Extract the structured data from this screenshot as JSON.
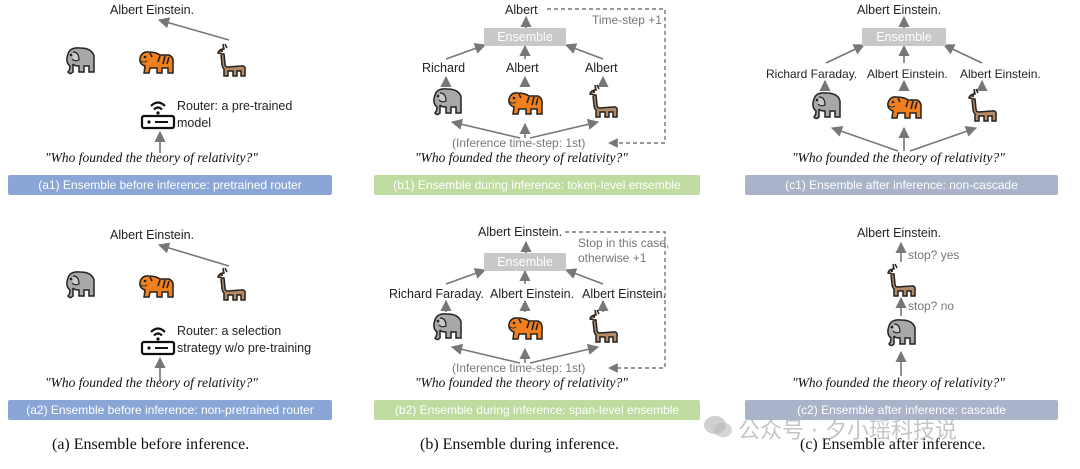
{
  "colors": {
    "panel_a": "#8aa6d6",
    "panel_b": "#bfdba0",
    "panel_c": "#a9b3c9",
    "arrow": "#777777",
    "ensemble_box": "#c8c8c8"
  },
  "icons": [
    "elephant-icon",
    "tiger-icon",
    "llama-icon",
    "router-icon"
  ],
  "question": "\"Who founded the theory of relativity?\"",
  "a1": {
    "output": "Albert Einstein.",
    "router_line1": "Router: a pre-trained",
    "router_line2": "model",
    "bar": "(a1) Ensemble before inference: pretrained router"
  },
  "a2": {
    "output": "Albert Einstein.",
    "router_line1": "Router: a selection",
    "router_line2": "strategy w/o pre-training",
    "bar": "(a2) Ensemble before inference: non-pretrained router"
  },
  "b1": {
    "output": "Albert",
    "ensemble": "Ensemble",
    "loop_note": "Time-step +1",
    "model_outputs": [
      "Richard",
      "Albert",
      "Albert"
    ],
    "inference_step": "(Inference time-step: 1st)",
    "bar": "(b1) Ensemble during inference: token-level ensemble"
  },
  "b2": {
    "output": "Albert Einstein.",
    "ensemble": "Ensemble",
    "loop_note_line1": "Stop in this case,",
    "loop_note_line2": "otherwise +1",
    "model_outputs": [
      "Richard Faraday.",
      "Albert Einstein.",
      "Albert Einstein."
    ],
    "inference_step": "(Inference time-step: 1st)",
    "bar": "(b2) Ensemble during inference: span-level ensemble"
  },
  "c1": {
    "output": "Albert Einstein.",
    "ensemble": "Ensemble",
    "model_outputs": [
      "Richard Faraday.",
      "Albert Einstein.",
      "Albert Einstein."
    ],
    "bar": "(c1) Ensemble after inference: non-cascade"
  },
  "c2": {
    "output": "Albert Einstein.",
    "stop_yes": "stop? yes",
    "stop_no": "stop? no",
    "bar": "(c2) Ensemble after inference: cascade"
  },
  "captions": {
    "a": "(a) Ensemble before inference.",
    "b": "(b) Ensemble during inference.",
    "c": "(c) Ensemble after inference."
  },
  "watermark": "公众号 · 夕小瑶科技说"
}
